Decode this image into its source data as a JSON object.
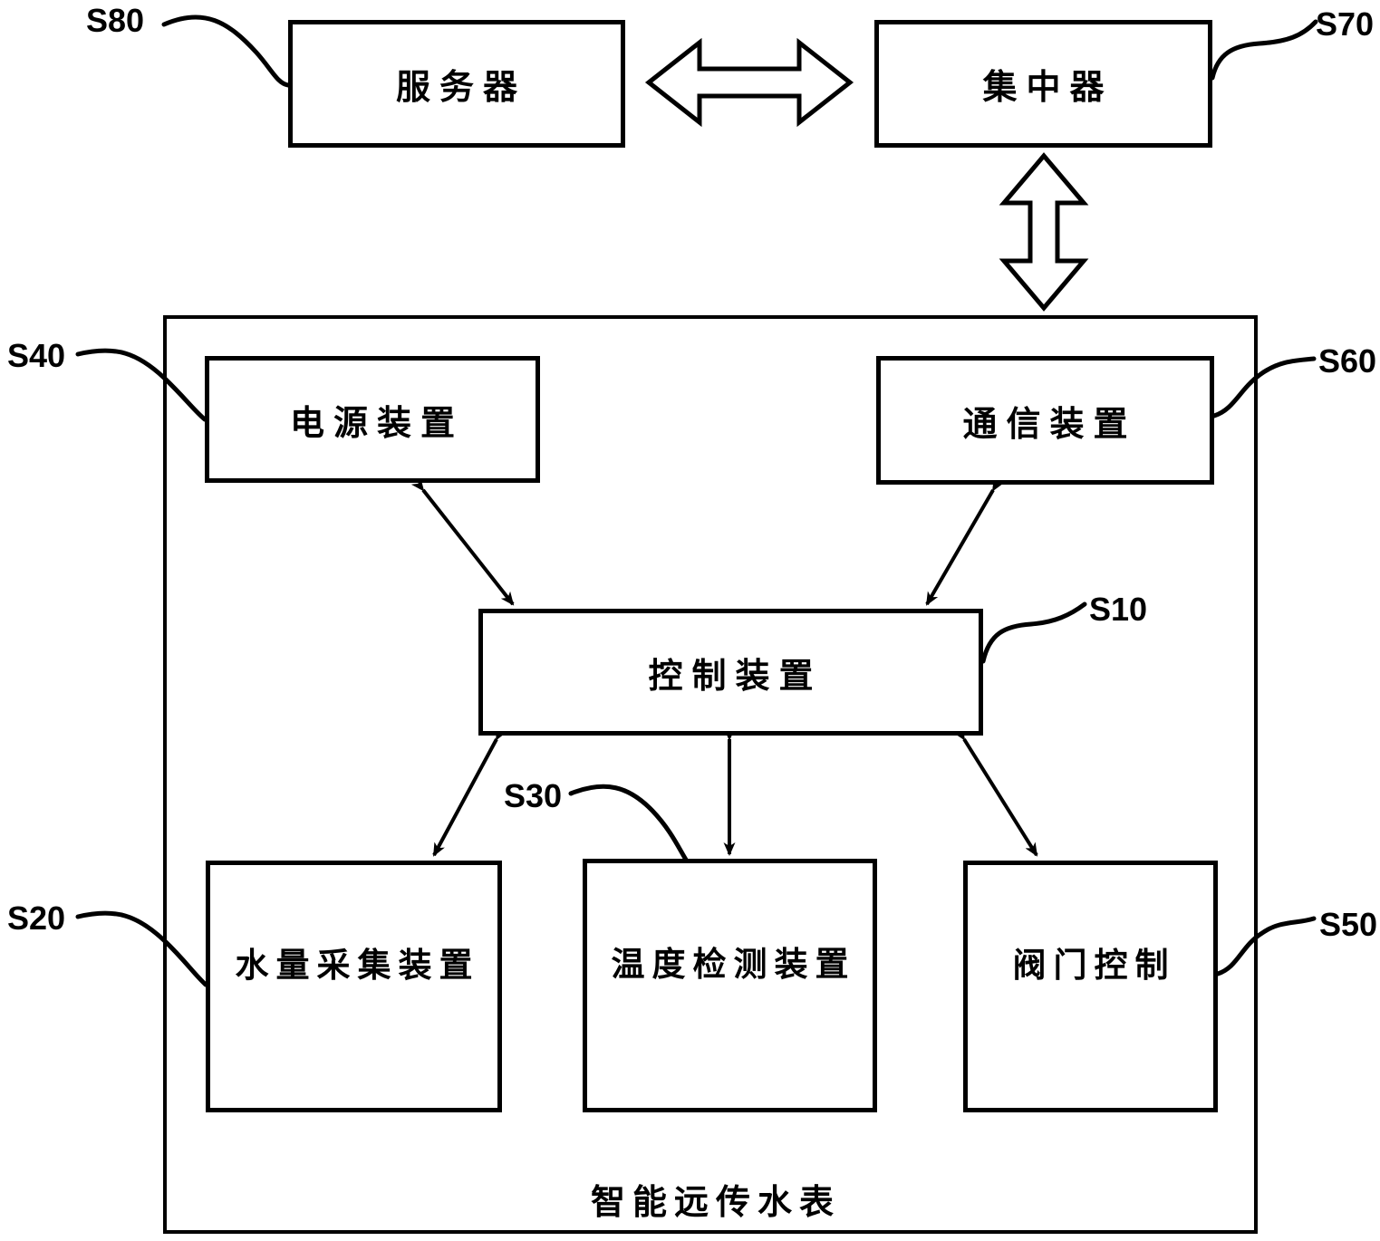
{
  "figure": {
    "type": "block-diagram",
    "background_color": "#ffffff",
    "line_color": "#000000",
    "container": {
      "label": "智能远传水表"
    },
    "nodes": {
      "server": {
        "label": "服务器",
        "ref": "S80"
      },
      "concentrator": {
        "label": "集中器",
        "ref": "S70"
      },
      "power": {
        "label": "电源装置",
        "ref": "S40"
      },
      "comm": {
        "label": "通信装置",
        "ref": "S60"
      },
      "control": {
        "label": "控制装置",
        "ref": "S10"
      },
      "water": {
        "label": "水量采集装置",
        "ref": "S20"
      },
      "temp": {
        "label": "温度检测装置",
        "ref": "S30"
      },
      "valve": {
        "label": "阀门控制",
        "ref": "S50"
      }
    },
    "connections": [
      {
        "from": "server",
        "to": "concentrator",
        "style": "hollow-double-arrow",
        "orientation": "horizontal"
      },
      {
        "from": "concentrator",
        "to": "container",
        "style": "hollow-double-arrow",
        "orientation": "vertical"
      },
      {
        "from": "power",
        "to": "control",
        "style": "thin-double-arrow"
      },
      {
        "from": "comm",
        "to": "control",
        "style": "thin-double-arrow"
      },
      {
        "from": "water",
        "to": "control",
        "style": "thin-double-arrow"
      },
      {
        "from": "temp",
        "to": "control",
        "style": "thin-double-arrow"
      },
      {
        "from": "valve",
        "to": "control",
        "style": "thin-double-arrow"
      }
    ]
  }
}
